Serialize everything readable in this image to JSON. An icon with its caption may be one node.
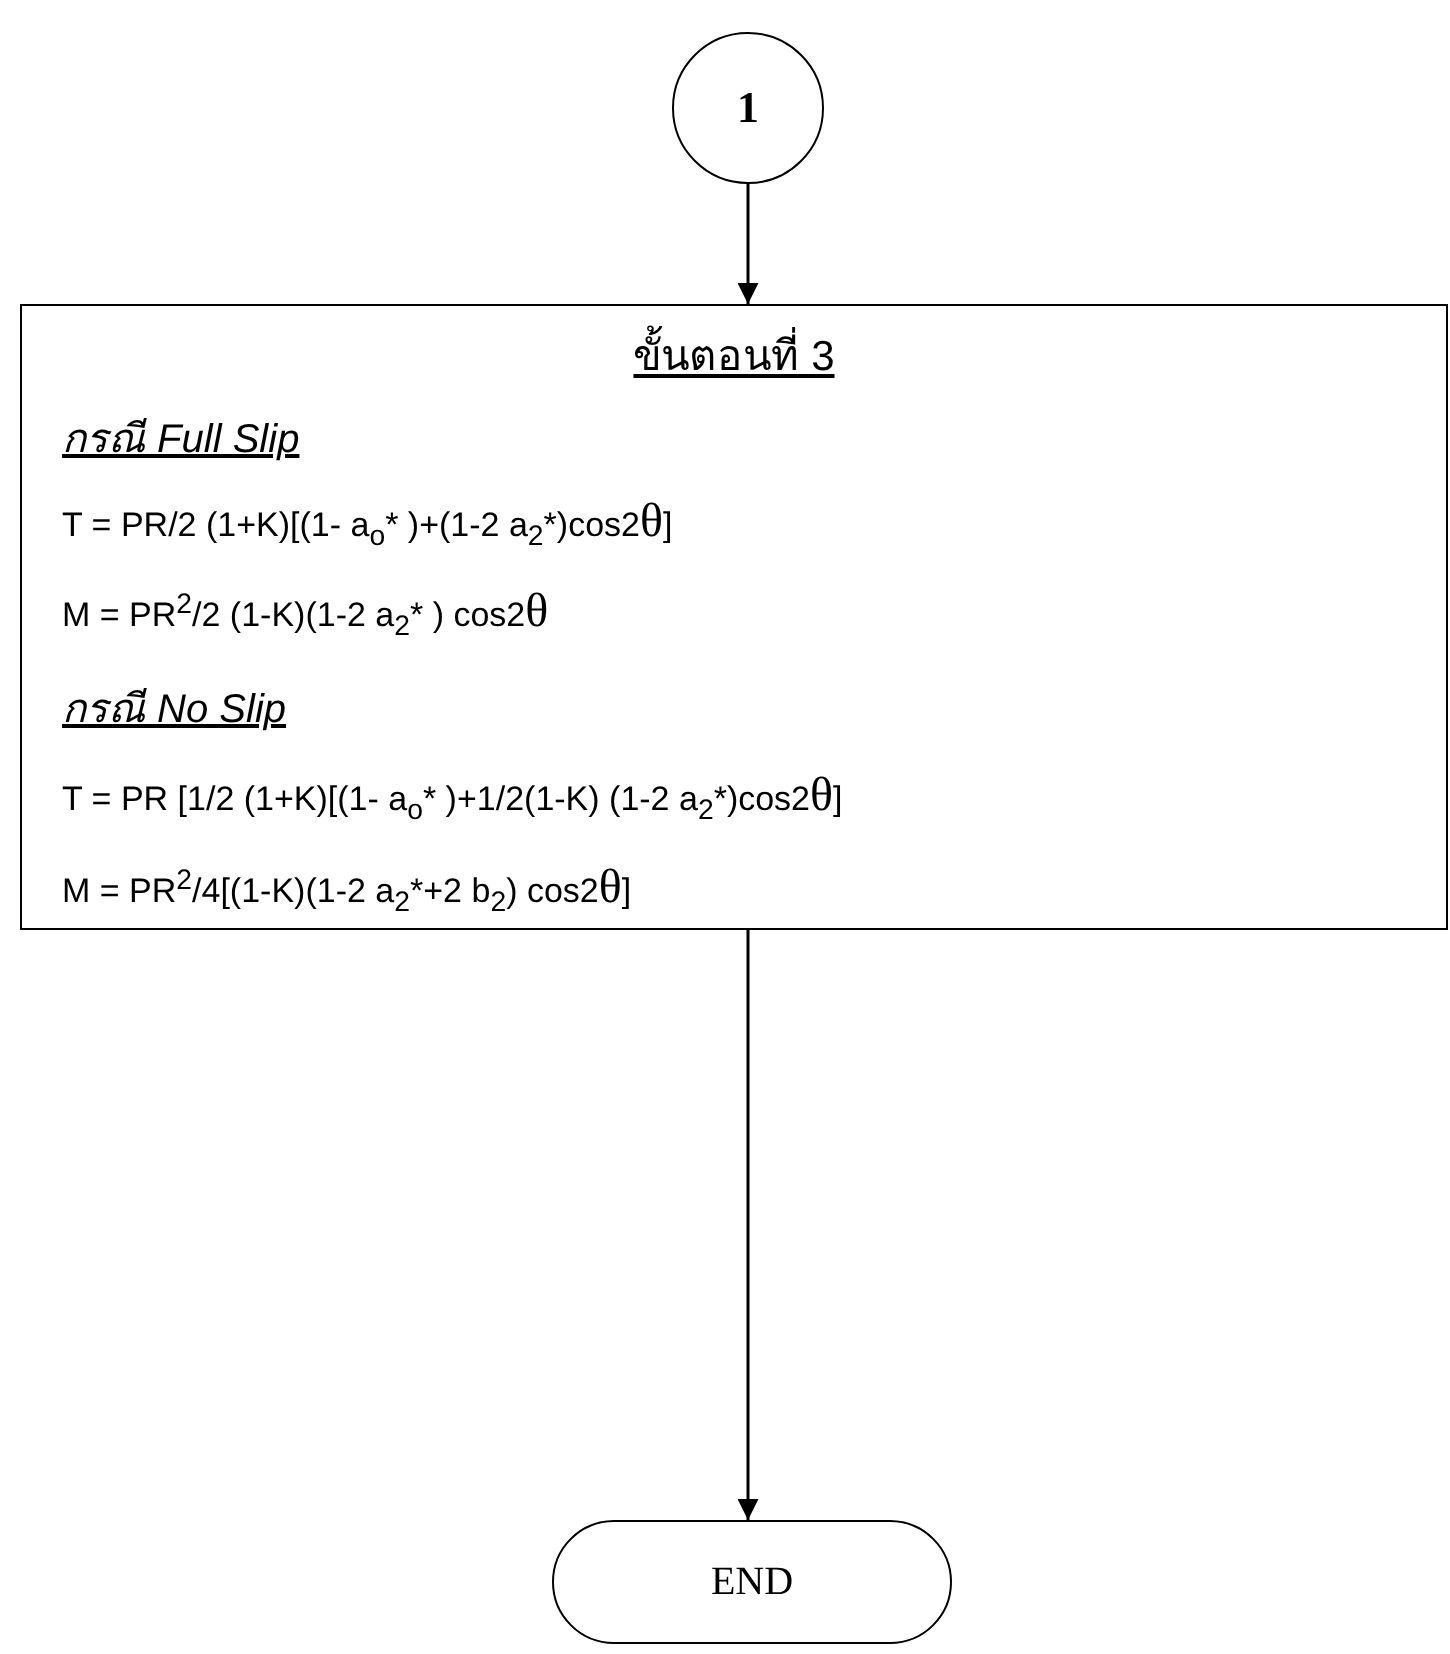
{
  "diagram": {
    "nodes": [
      {
        "text": [
          "1"
        ]
      },
      {
        "text": [
          "ขั้นตอนที่ 3",
          "กรณี Full Slip",
          "T = PR/2 (1+K)[(1- a$_{o}$* )+(1-2 a$_{2}$*)cos2θ]",
          "M = PR$^{2}$/2 (1-K)(1-2 a$_{2}$* ) cos2θ",
          "กรณี No Slip",
          "T = PR [1/2 (1+K)[(1- a$_{o}$* )+1/2(1-K) (1-2 a$_{2}$*)cos2θ]",
          "M = PR$^{2}$/4[(1-K)(1-2 a$_{2}$*+2 b$_{2}$) cos2θ]"
        ]
      },
      {
        "text": [
          "END"
        ]
      }
    ],
    "edges": [
      {
        "from": 0,
        "to": 1,
        "arrow": "to"
      },
      {
        "from": 1,
        "to": 2,
        "arrow": "to"
      }
    ]
  }
}
